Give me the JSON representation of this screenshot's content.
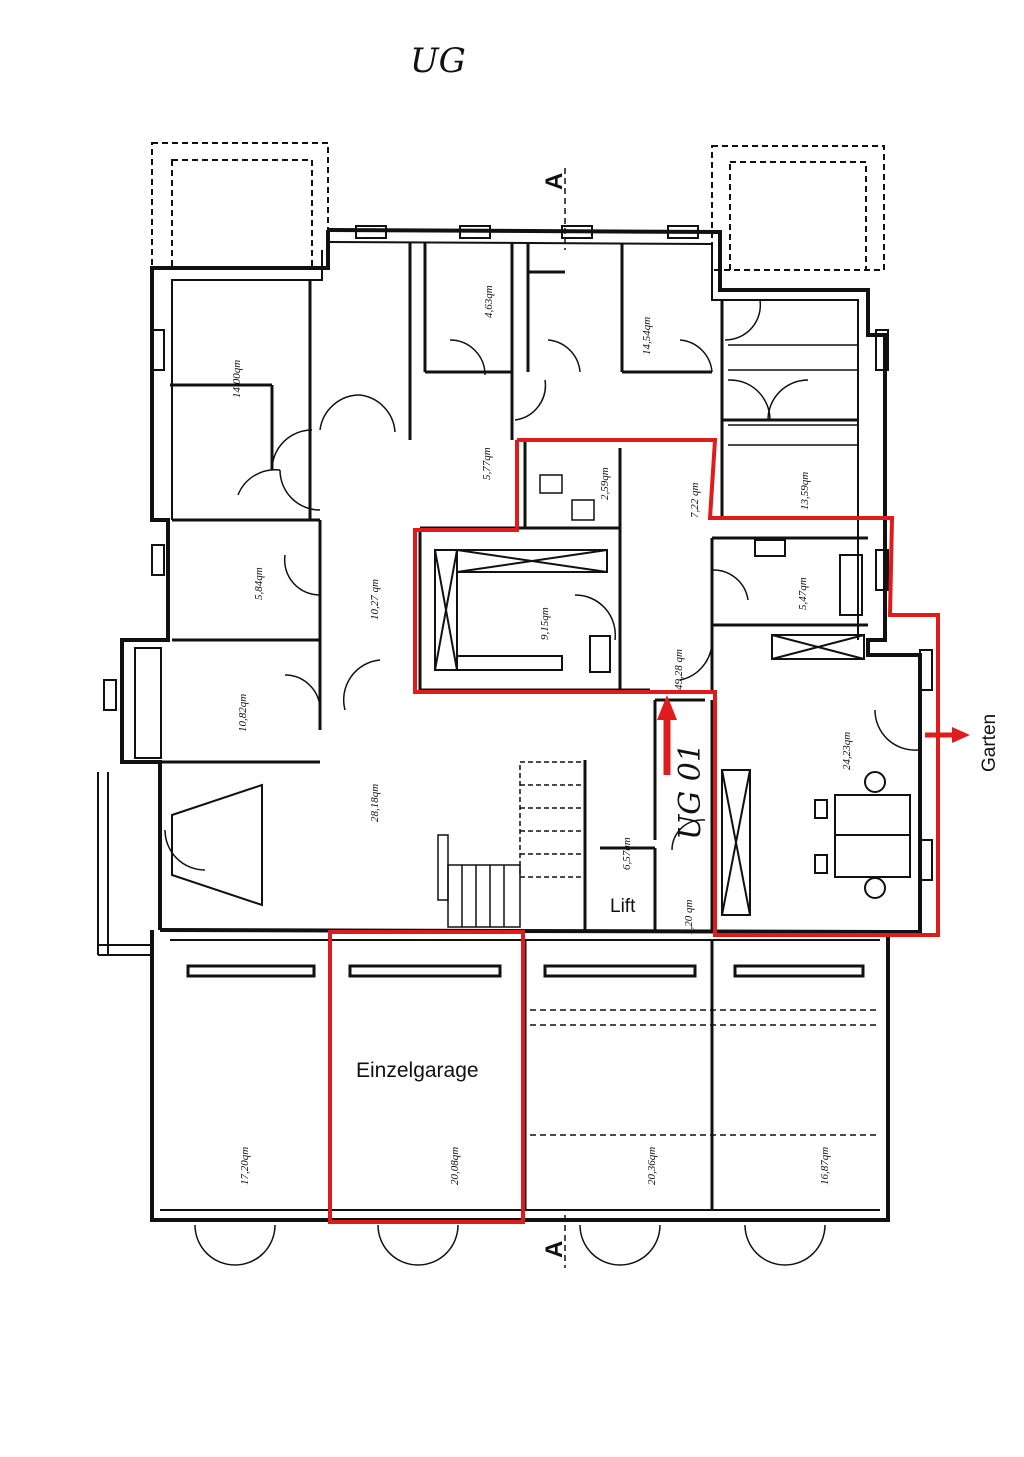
{
  "title": "UG",
  "section_marker": "A",
  "labels": {
    "lift": "Lift",
    "single_garage": "Einzelgarage",
    "garden": "Garten",
    "handwritten_unit": "UG 01"
  },
  "rooms": [
    {
      "id": "r-14-00",
      "area": "14,00qm"
    },
    {
      "id": "r-4-63",
      "area": "4,63qm"
    },
    {
      "id": "r-14-54",
      "area": "14,54qm"
    },
    {
      "id": "r-5-77",
      "area": "5,77qm"
    },
    {
      "id": "r-2-59",
      "area": "2,59qm"
    },
    {
      "id": "r-7-22",
      "area": "7,22 qm"
    },
    {
      "id": "r-13-59",
      "area": "13,59qm"
    },
    {
      "id": "r-5-84",
      "area": "5,84qm"
    },
    {
      "id": "r-10-27",
      "area": "10,27 qm"
    },
    {
      "id": "r-9-15",
      "area": "9,15qm"
    },
    {
      "id": "r-49-28",
      "area": "49,28 qm"
    },
    {
      "id": "r-5-47",
      "area": "5,47qm"
    },
    {
      "id": "r-10-82",
      "area": "10,82qm"
    },
    {
      "id": "r-28-18",
      "area": "28,18qm"
    },
    {
      "id": "r-6-57",
      "area": "6,57qm"
    },
    {
      "id": "r-24-23",
      "area": "24,23qm"
    },
    {
      "id": "r-1-20",
      "area": "1,20 qm"
    },
    {
      "id": "r-17-20",
      "area": "17,20qm"
    },
    {
      "id": "r-20-08",
      "area": "20,08qm"
    },
    {
      "id": "r-20-36",
      "area": "20,36qm"
    },
    {
      "id": "r-16-87",
      "area": "16,87qm"
    }
  ],
  "colors": {
    "wall": "#111111",
    "highlight": "#e01b1b",
    "paper": "#ffffff"
  }
}
